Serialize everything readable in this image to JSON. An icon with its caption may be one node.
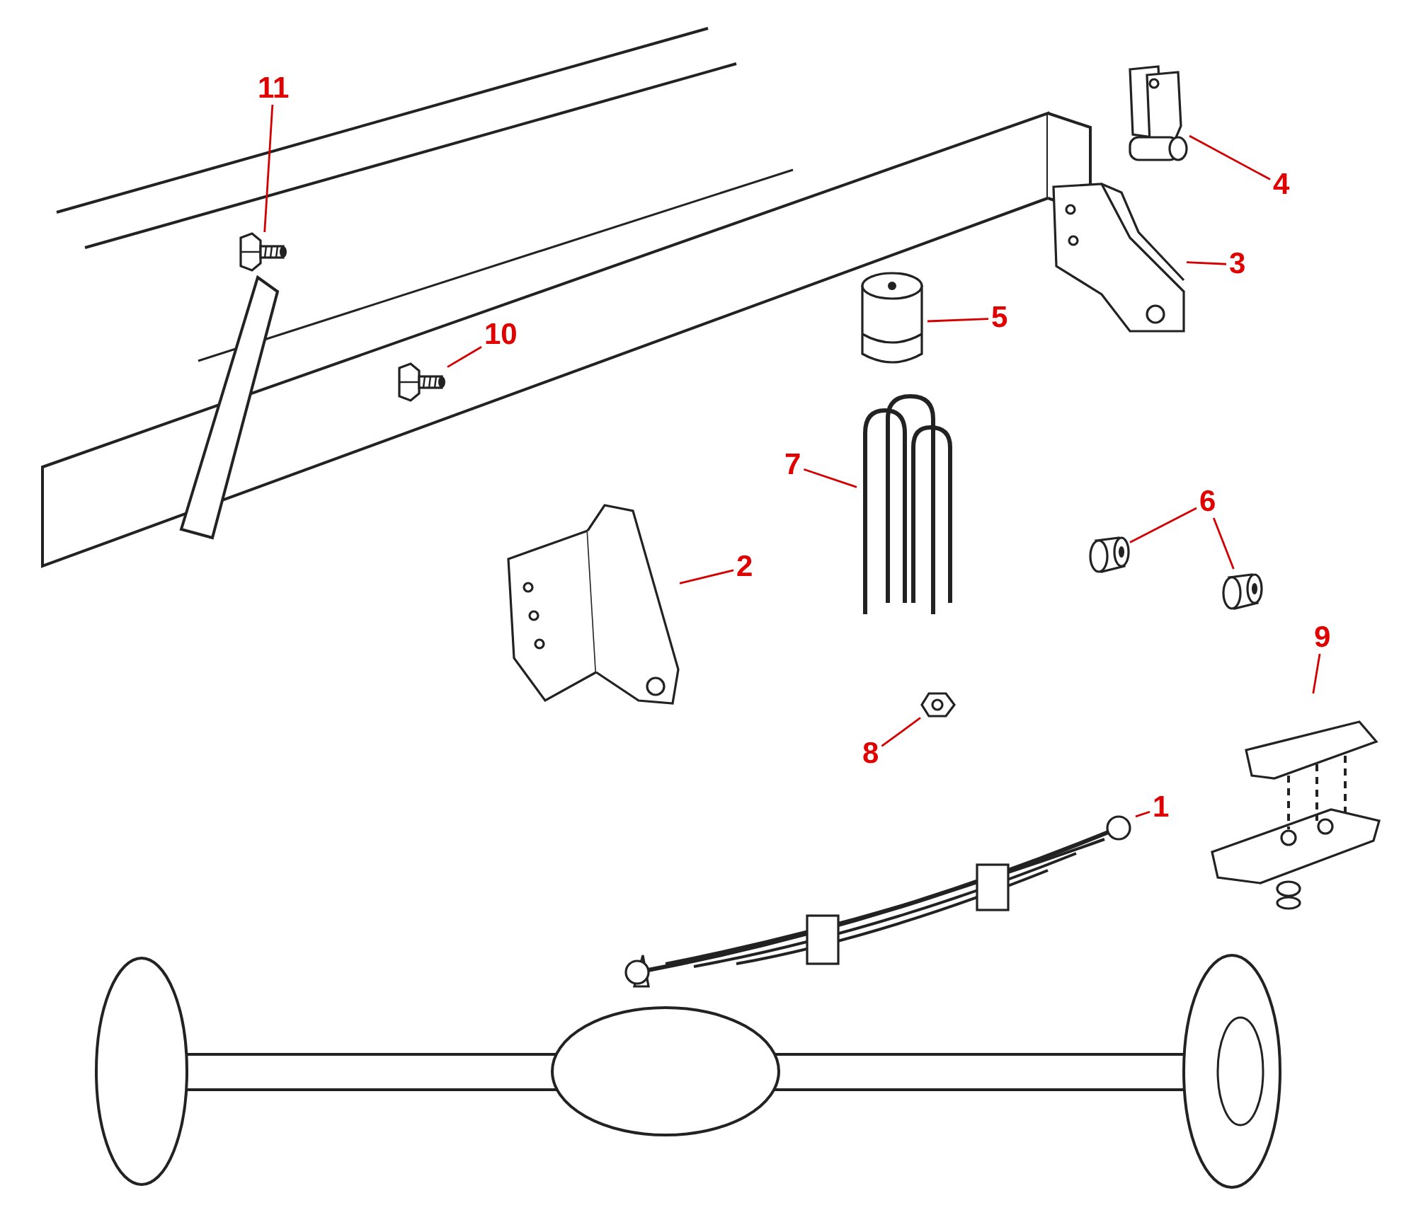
{
  "diagram": {
    "nodes": [
      {
        "text": [
          "11"
        ]
      },
      {
        "text": [],
        "shape": "picture"
      },
      {
        "text": [
          "4"
        ]
      },
      {
        "text": [],
        "shape": "picture"
      },
      {
        "text": [
          "3"
        ]
      },
      {
        "text": [],
        "shape": "picture"
      },
      {
        "text": [
          "5"
        ]
      },
      {
        "text": [],
        "shape": "picture"
      },
      {
        "text": [
          "10"
        ]
      },
      {
        "text": [],
        "shape": "picture"
      },
      {
        "text": [
          "7"
        ]
      },
      {
        "text": [],
        "shape": "picture"
      },
      {
        "text": [
          "6"
        ]
      },
      {
        "text": [],
        "shape": "picture"
      },
      {
        "text": [],
        "shape": "picture"
      },
      {
        "text": [
          "2"
        ]
      },
      {
        "text": [],
        "shape": "picture"
      },
      {
        "text": [
          "9"
        ]
      },
      {
        "text": [],
        "shape": "picture"
      },
      {
        "text": [
          "8"
        ]
      },
      {
        "text": [],
        "shape": "picture"
      },
      {
        "text": [
          "1"
        ]
      },
      {
        "text": [],
        "shape": "picture"
      }
    ],
    "edges": [
      {
        "from": 0,
        "to": 1,
        "arrow": "none"
      },
      {
        "from": 2,
        "to": 3,
        "arrow": "none"
      },
      {
        "from": 4,
        "to": 5,
        "arrow": "none"
      },
      {
        "from": 6,
        "to": 7,
        "arrow": "none"
      },
      {
        "from": 8,
        "to": 9,
        "arrow": "none"
      },
      {
        "from": 10,
        "to": 11,
        "arrow": "none"
      },
      {
        "from": 12,
        "to": 13,
        "arrow": "none"
      },
      {
        "from": 12,
        "to": 14,
        "arrow": "none"
      },
      {
        "from": 15,
        "to": 16,
        "arrow": "none"
      },
      {
        "from": 17,
        "to": 18,
        "arrow": "none"
      },
      {
        "from": 19,
        "to": 20,
        "arrow": "none"
      },
      {
        "from": 21,
        "to": 22,
        "arrow": "none"
      }
    ]
  }
}
